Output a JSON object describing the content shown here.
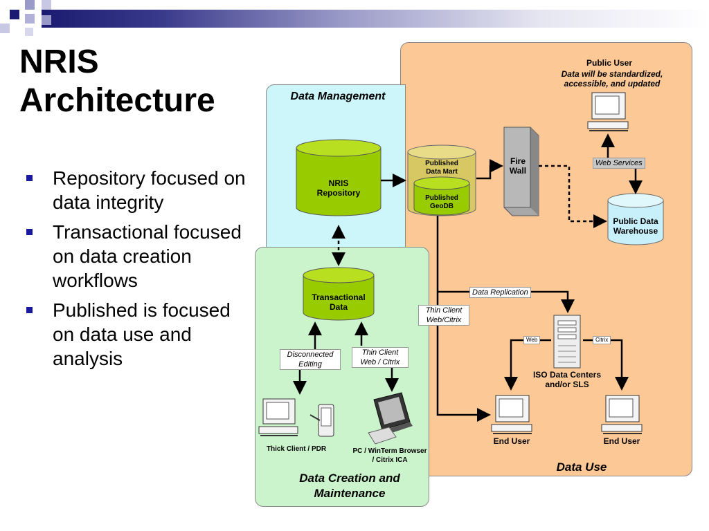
{
  "title_line1": "NRIS",
  "title_line2": "Architecture",
  "bullets": [
    "Repository focused on data integrity",
    "Transactional focused on data creation workflows",
    "Published is focused on data use and analysis"
  ],
  "panels": {
    "data_management": "Data Management",
    "data_use": "Data Use",
    "data_creation": "Data Creation and Maintenance"
  },
  "nodes": {
    "nris_repository": "NRIS Repository",
    "published_data_mart": "Published Data Mart",
    "published_geodb": "Published GeoDB",
    "fire_wall": "Fire Wall",
    "public_user": "Public User",
    "public_user_note": "Data will be standardized, accessible, and updated",
    "public_data_warehouse": "Public Data Warehouse",
    "transactional_data": "Transactional Data",
    "iso_data_centers": "ISO Data Centers and/or SLS",
    "end_user_left": "End User",
    "end_user_right": "End User",
    "thick_client": "Thick Client / PDR",
    "pc_winterm": "PC / WinTerm Browser / Citrix ICA"
  },
  "edges": {
    "web_services": "Web Services",
    "data_replication": "Data Replication",
    "thin_client_web_citrix": "Thin Client Web/Citrix",
    "disconnected_editing": "Disconnected Editing",
    "thin_client_web_citrix_2": "Thin Client Web / Citrix",
    "web": "Web",
    "citrix": "Citrix"
  },
  "colors": {
    "accent_blue": "#1a1a70",
    "data_use_bg": "#fcc896",
    "data_mgmt_bg": "#ccf6fa",
    "data_create_bg": "#ccf4cc",
    "cylinder_green": "#99cc00",
    "cylinder_tan": "#d8c864",
    "cylinder_light_blue": "#c8f0fa"
  }
}
